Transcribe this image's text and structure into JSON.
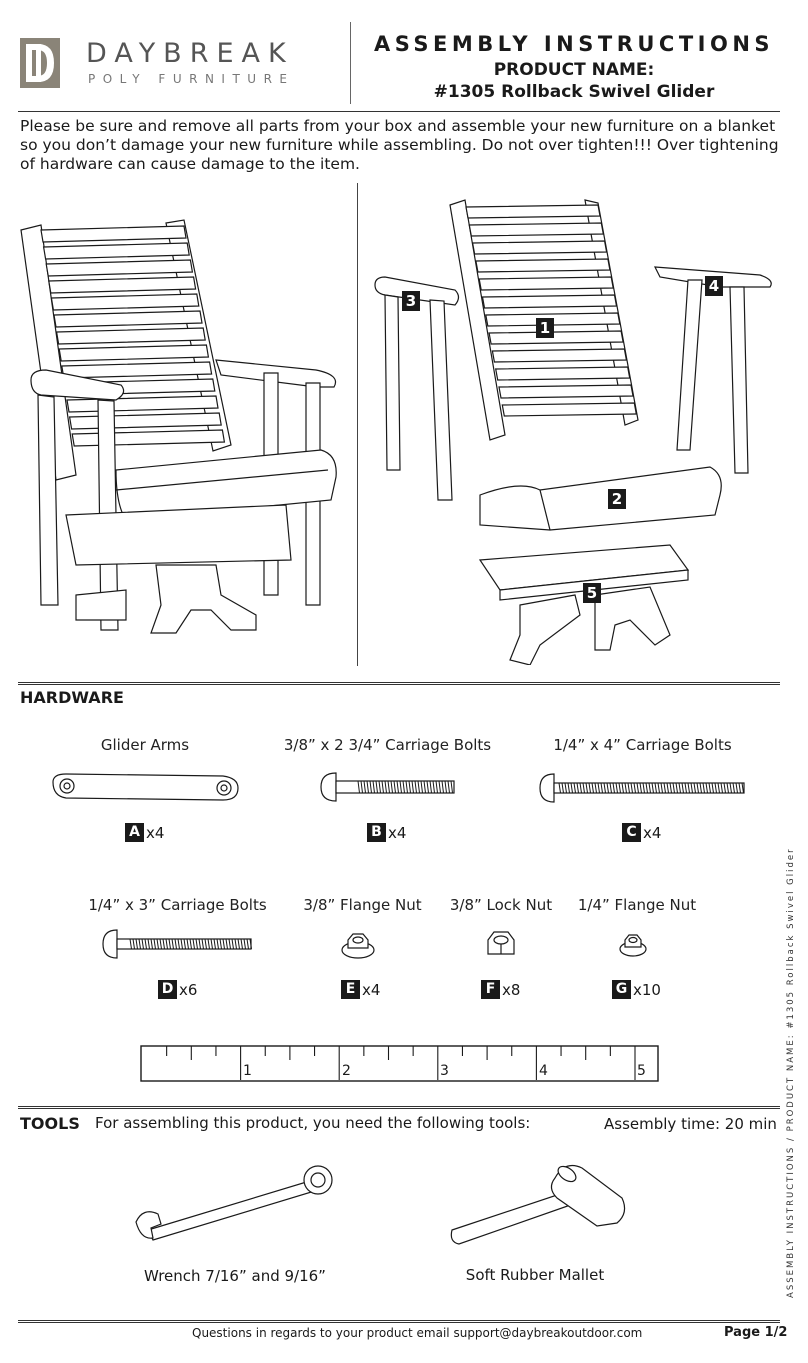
{
  "header": {
    "brand_name": "DAYBREAK",
    "brand_sub": "POLY FURNITURE",
    "doc_title": "ASSEMBLY INSTRUCTIONS",
    "product_label": "PRODUCT NAME:",
    "product_name": "#1305 Rollback Swivel Glider"
  },
  "intro": "Please be sure and remove all parts from your box and assemble your new furniture on a blanket so you don’t damage your new furniture while assembling. Do not over tighten!!! Over tightening of hardware can cause damage to the item.",
  "parts": [
    "1",
    "2",
    "3",
    "4",
    "5"
  ],
  "hardware": {
    "heading": "HARDWARE",
    "items": [
      {
        "label": "Glider Arms",
        "letter": "A",
        "qty": "x4"
      },
      {
        "label": "3/8” x 2 3/4” Carriage Bolts",
        "letter": "B",
        "qty": "x4"
      },
      {
        "label": "1/4” x 4” Carriage Bolts",
        "letter": "C",
        "qty": "x4"
      },
      {
        "label": "1/4” x 3” Carriage Bolts",
        "letter": "D",
        "qty": "x6"
      },
      {
        "label": "3/8” Flange Nut",
        "letter": "E",
        "qty": "x4"
      },
      {
        "label": "3/8” Lock Nut",
        "letter": "F",
        "qty": "x8"
      },
      {
        "label": "1/4” Flange Nut",
        "letter": "G",
        "qty": "x10"
      }
    ],
    "ruler_labels": [
      "1",
      "2",
      "3",
      "4",
      "5"
    ]
  },
  "tools": {
    "heading": "TOOLS",
    "intro": "For assembling this product, you need the following tools:",
    "assembly_time": "Assembly time: 20 min",
    "items": [
      {
        "label": "Wrench 7/16” and 9/16”",
        "icon": "wrench-icon"
      },
      {
        "label": "Soft Rubber Mallet",
        "icon": "mallet-icon"
      }
    ]
  },
  "footer": {
    "contact": "Questions in regards to your product email support@daybreakoutdoor.com",
    "page": "Page 1/2",
    "side_text": "ASSEMBLY INSTRUCTIONS / PRODUCT NAME: #1305 Rollback Swivel Glider"
  },
  "colors": {
    "brand_gray": "#8a8478",
    "ink": "#1a1a1a"
  }
}
